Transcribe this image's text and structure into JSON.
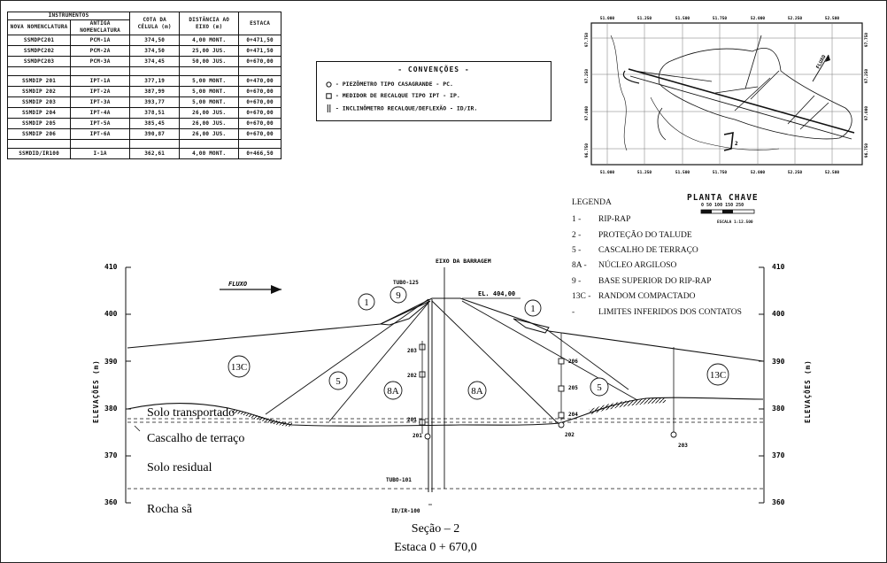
{
  "instruments_table": {
    "headers": {
      "group": "INSTRUMENTOS",
      "new_name": "NOVA NOMENCLATURA",
      "old_name": "ANTIGA NOMENCLATURA",
      "cell_elev": "COTA DA CÉLULA (m)",
      "axis_dist": "DISTÂNCIA AO EIXO (m)",
      "station": "ESTACA"
    },
    "group1": [
      [
        "SSMDPC201",
        "PCM-1A",
        "374,50",
        "4,00 MONT.",
        "0+471,50"
      ],
      [
        "SSMDPC202",
        "PCM-2A",
        "374,50",
        "25,00 JUS.",
        "0+471,50"
      ],
      [
        "SSMDPC203",
        "PCM-3A",
        "374,45",
        "50,00 JUS.",
        "0+670,00"
      ]
    ],
    "group2": [
      [
        "SSMDIP 201",
        "IPT-1A",
        "377,19",
        "5,00 MONT.",
        "0+470,00"
      ],
      [
        "SSMDIP 202",
        "IPT-2A",
        "387,99",
        "5,00 MONT.",
        "0+670,00"
      ],
      [
        "SSMDIP 203",
        "IPT-3A",
        "393,77",
        "5,00 MONT.",
        "0+670,00"
      ],
      [
        "SSMDIP 204",
        "IPT-4A",
        "378,51",
        "26,00 JUS.",
        "0+670,00"
      ],
      [
        "SSMDIP 205",
        "IPT-5A",
        "385,45",
        "26,00 JUS.",
        "0+670,00"
      ],
      [
        "SSMDIP 206",
        "IPT-6A",
        "390,87",
        "26,00 JUS.",
        "0+670,00"
      ]
    ],
    "group3": [
      [
        "SSMDID/IR100",
        "I-1A",
        "362,61",
        "4,00 MONT.",
        "0+466,50"
      ]
    ]
  },
  "conventions": {
    "title": "- CONVENÇÕES -",
    "items": [
      {
        "icon": "circle-icon",
        "text": "- PIEZÔMETRO TIPO CASAGRANDE - PC."
      },
      {
        "icon": "square-icon",
        "text": "- MEDIDOR DE RECALQUE TIPO IPT - IP."
      },
      {
        "icon": "double-bar-icon",
        "text": "- INCLINÔMETRO RECALQUE/DEFLEXÃO - ID/IR."
      }
    ]
  },
  "key_plan": {
    "title": "PLANTA CHAVE",
    "scale_ticks": "0 50 100 150 250",
    "scale_text": "ESCALA 1:12.500",
    "top_coords": [
      "51.000",
      "51.250",
      "51.500",
      "51.750",
      "52.000",
      "52.250",
      "52.500"
    ],
    "bottom_coords": [
      "51.000",
      "51.250",
      "51.500",
      "51.750",
      "52.000",
      "52.250",
      "52.500"
    ],
    "left_coords": [
      "97.750",
      "97.250",
      "97.000",
      "96.750"
    ],
    "right_coords": [
      "97.750",
      "97.250",
      "97.000",
      "96.750"
    ],
    "flow_label": "FLUXO",
    "section_label": "2"
  },
  "legend": {
    "heading": "LEGENDA",
    "items": [
      {
        "code": "1 -",
        "text": "RIP-RAP"
      },
      {
        "code": "2 -",
        "text": "PROTEÇÃO DO TALUDE"
      },
      {
        "code": "5 -",
        "text": "CASCALHO DE TERRAÇO"
      },
      {
        "code": "8A -",
        "text": "NÚCLEO ARGILOSO"
      },
      {
        "code": "9 -",
        "text": "BASE SUPERIOR DO RIP-RAP"
      },
      {
        "code": "13C -",
        "text": "RANDOM COMPACTADO"
      },
      {
        "code": "-",
        "text": "LIMITES INFERIDOS DOS CONTATOS"
      }
    ]
  },
  "section": {
    "axis_title": "ELEVAÇÕES (m)",
    "elevations": [
      "410",
      "400",
      "390",
      "380",
      "370",
      "360"
    ],
    "dam_axis": "EIXO DA BARRAGEM",
    "flow": "FLUXO",
    "crest": "EL. 404,00",
    "tubo_top": "TUBO-125",
    "tubo_bottom": "TUBO-101",
    "id_ir": "ID/IR-100",
    "zones": {
      "z1": "1",
      "z9": "9",
      "z13c": "13C",
      "z5": "5",
      "z8a": "8A"
    },
    "instrument_labels": [
      "203",
      "202",
      "201",
      "201",
      "206",
      "205",
      "204",
      "202",
      "203"
    ],
    "layers": {
      "transported": "Solo transportado",
      "terrace": "Cascalho de terraço",
      "residual": "Solo residual",
      "rock": "Rocha sã"
    },
    "caption_1": "Seção – 2",
    "caption_2": "Estaca 0 + 670,0"
  }
}
